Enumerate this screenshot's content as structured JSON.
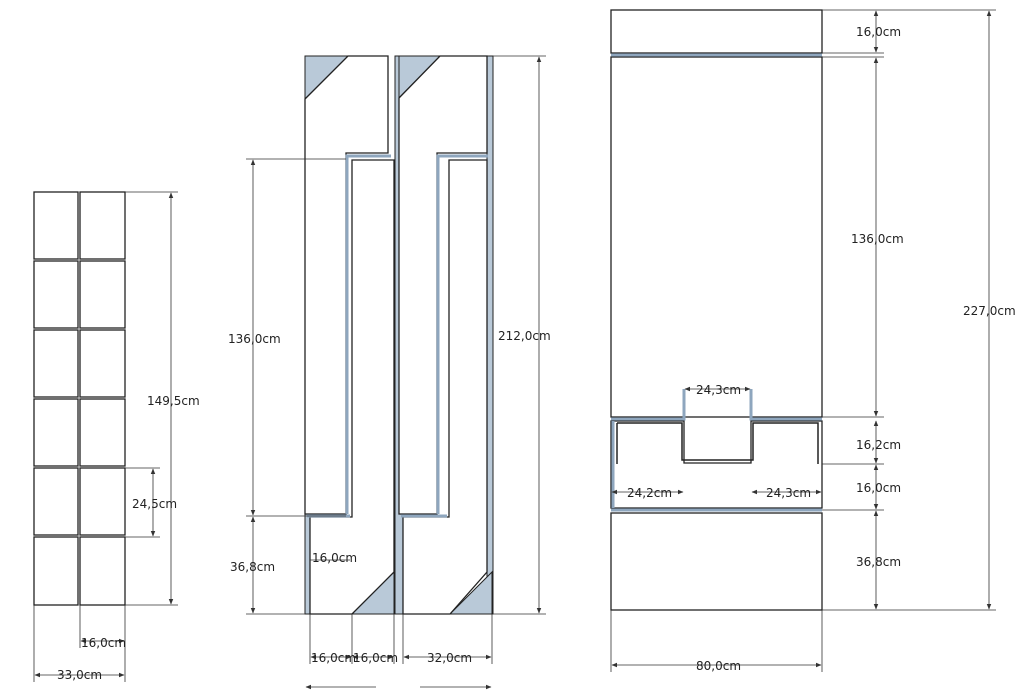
{
  "colors": {
    "line": "#222222",
    "panel_fill": "#ffffff",
    "accent_fill": "#b9c9d8",
    "dim_line": "#333333"
  },
  "left_view": {
    "dims": {
      "height_total": "149,5cm",
      "module_height": "24,5cm",
      "column_width": "16,0cm",
      "total_width": "33,0cm"
    }
  },
  "middle_view": {
    "dims": {
      "upper_height": "136,0cm",
      "lower_height": "36,8cm",
      "total_height": "212,0cm",
      "inner_width": "16,0cm",
      "bottom_left_a": "16,0cm",
      "bottom_left_b": "16,0cm",
      "bottom_right": "32,0cm"
    }
  },
  "right_view": {
    "dims": {
      "top_height": "16,0cm",
      "main_height": "136,0cm",
      "total_height": "227,0cm",
      "notch_width": "24,3cm",
      "notch_depth": "16,2cm",
      "bottom_left_step": "24,2cm",
      "bottom_right_step": "24,3cm",
      "base_band": "16,0cm",
      "base_height": "36,8cm",
      "total_width": "80,0cm"
    }
  }
}
